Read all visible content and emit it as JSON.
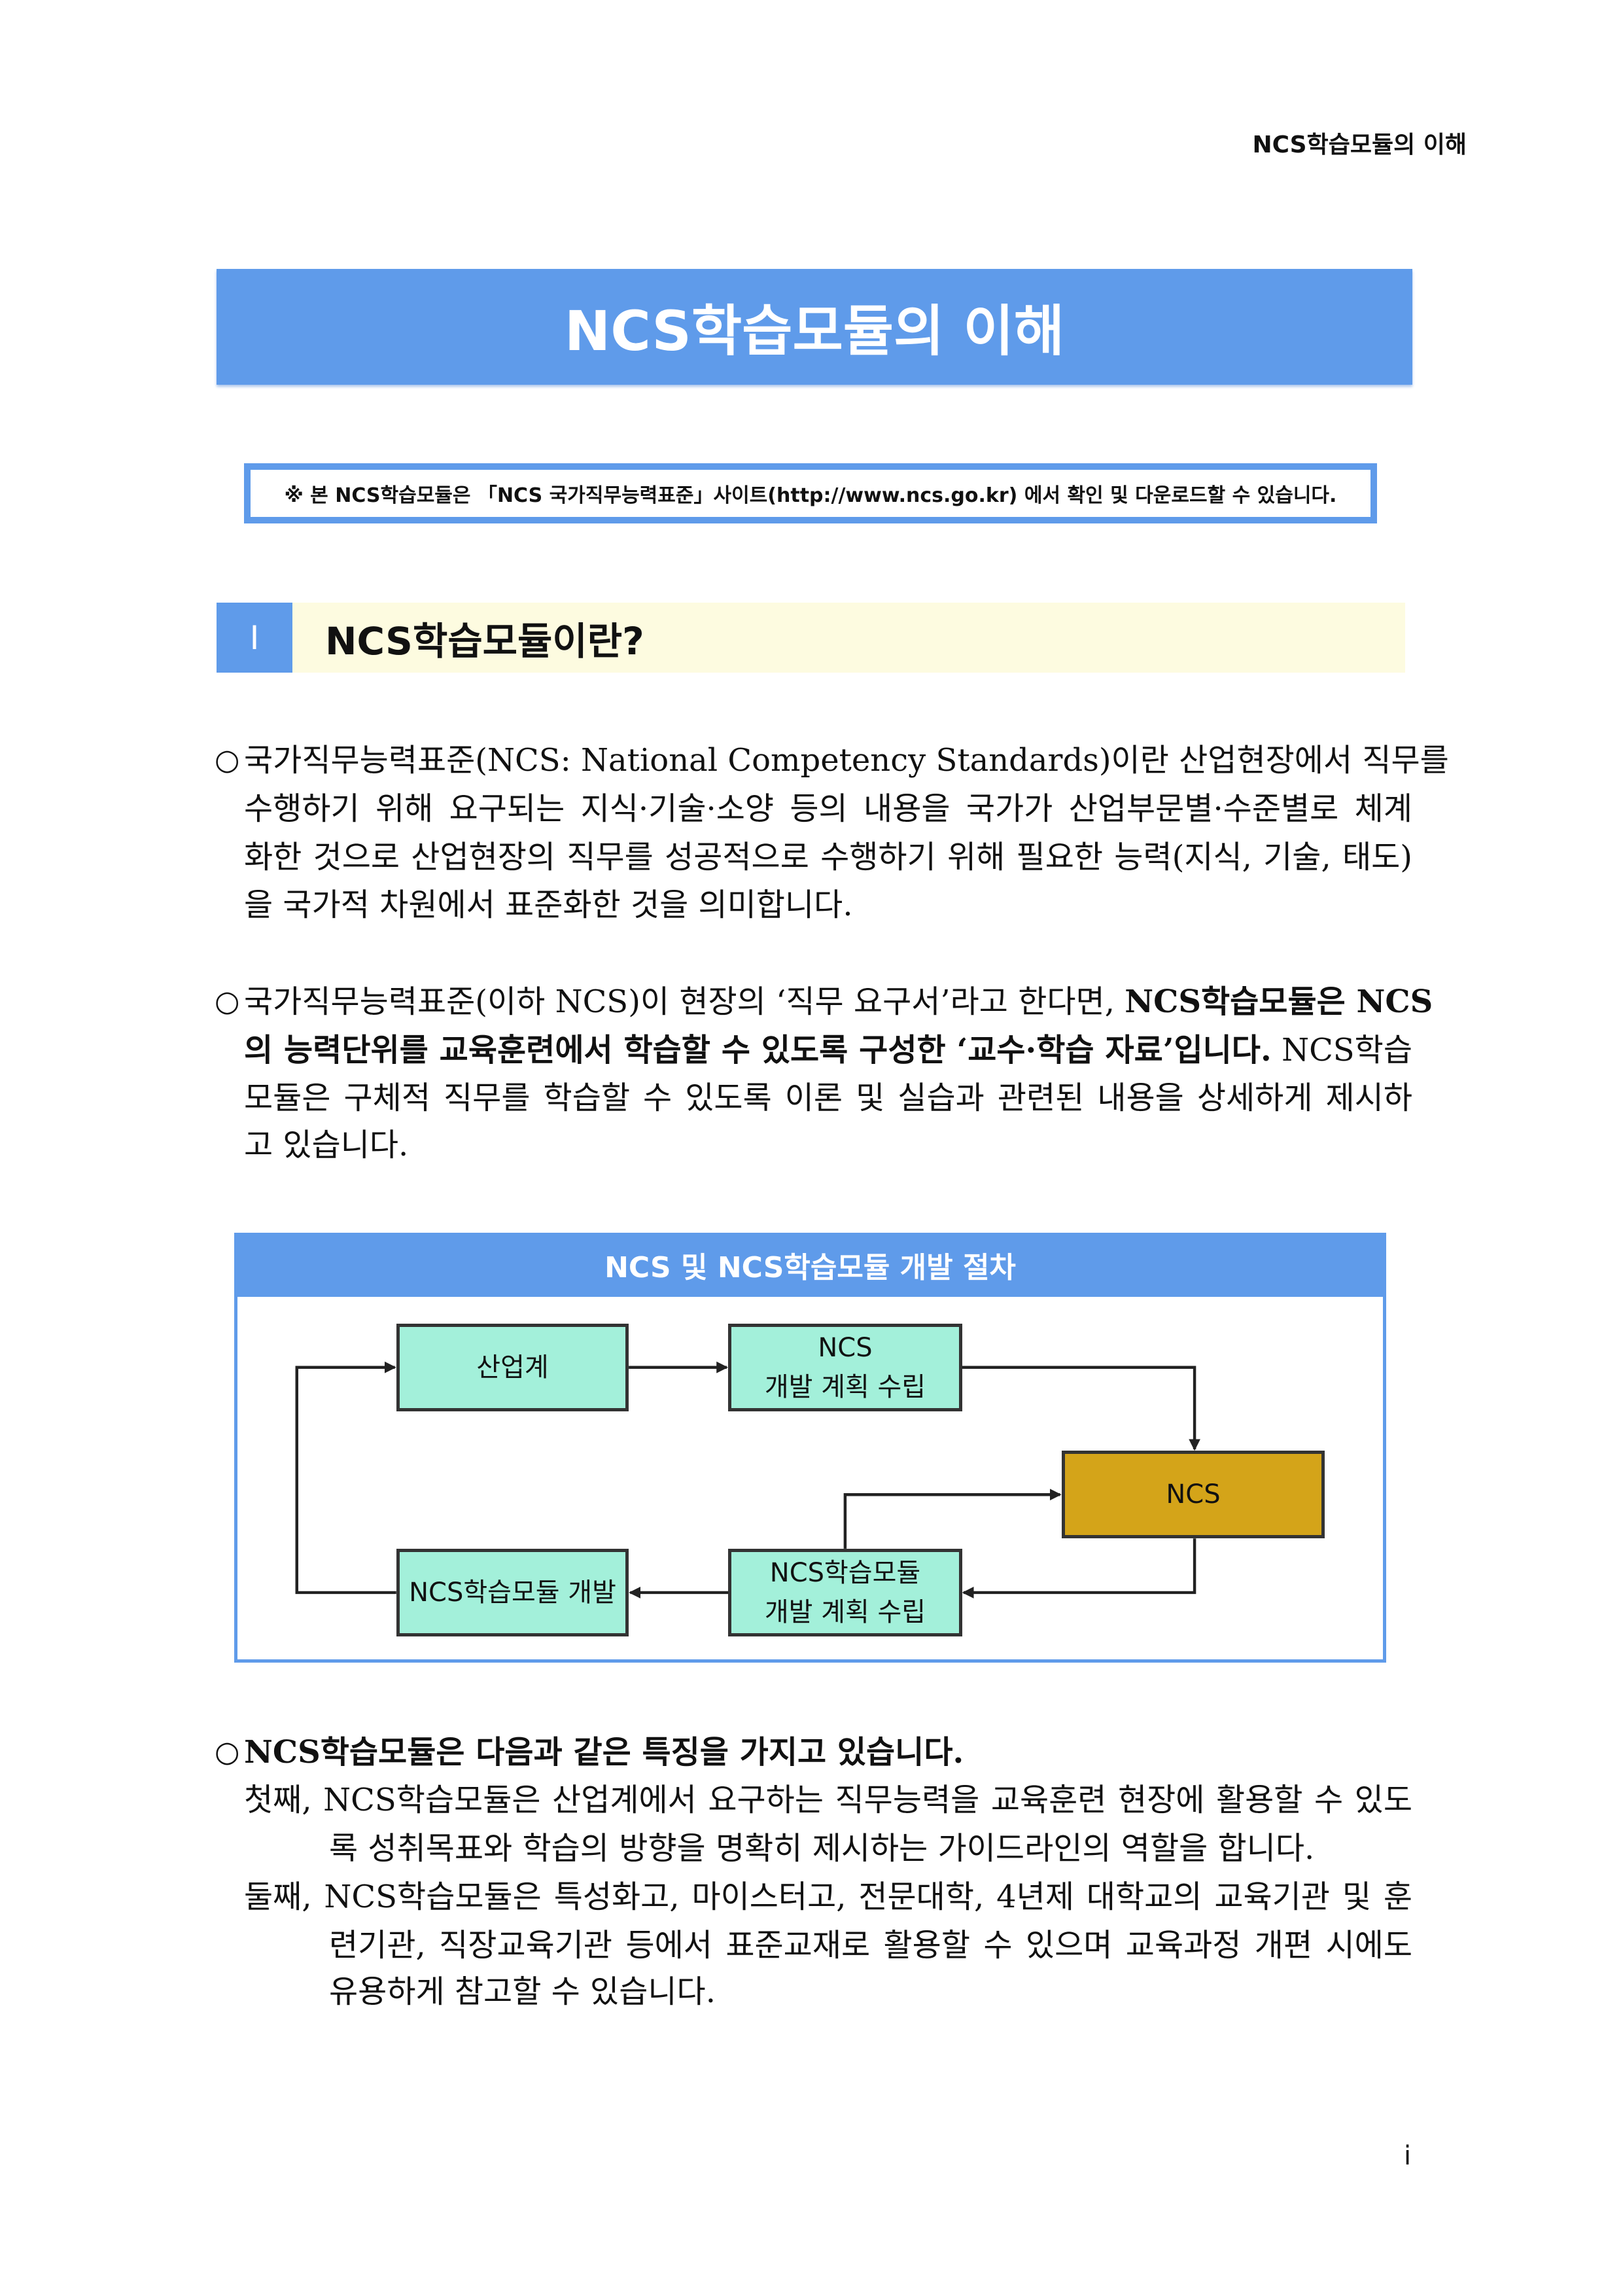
{
  "running_head": "NCS학습모듈의 이해",
  "title": "NCS학습모듈의 이해",
  "notice": "※ 본 NCS학습모듈은 「NCS 국가직무능력표준」사이트(http://www.ncs.go.kr) 에서 확인 및 다운로드할 수 있습니다.",
  "section": {
    "number": "Ⅰ",
    "title": "NCS학습모듈이란?"
  },
  "bullet_icon": "○",
  "para1": [
    "국가직무능력표준(NCS: National Competency Standards)이란 산업현장에서 직무를",
    "수행하기 위해 요구되는 지식·기술·소양 등의 내용을 국가가 산업부문별·수준별로 체계",
    "화한 것으로 산업현장의 직무를 성공적으로 수행하기 위해 필요한 능력(지식, 기술, 태도)",
    "을 국가적 차원에서 표준화한 것을 의미합니다."
  ],
  "para2": {
    "l1_normal": "국가직무능력표준(이하 NCS)이 현장의 ‘직무 요구서’라고 한다면, ",
    "l1_bold": "NCS학습모듈은 NCS",
    "l2_bold": "의 능력단위를 교육훈련에서 학습할 수 있도록 구성한 ‘교수·학습 자료’입니다.",
    "l2_normal": " NCS학습",
    "l3": "모듈은 구체적 직무를 학습할 수 있도록 이론 및 실습과 관련된 내용을 상세하게 제시하",
    "l4": "고 있습니다."
  },
  "diagram": {
    "title": "NCS 및 NCS학습모듈 개발 절차",
    "industry": "산업계",
    "ncs_plan_1": "NCS",
    "ncs_plan_2": "개발 계획 수립",
    "ncs": "NCS",
    "module_plan_1": "NCS학습모듈",
    "module_plan_2": "개발 계획 수립",
    "module_dev": "NCS학습모듈 개발"
  },
  "para3": {
    "heading": "NCS학습모듈은 다음과 같은 특징을 가지고 있습니다.",
    "first": [
      "첫째, NCS학습모듈은 산업계에서 요구하는 직무능력을 교육훈련 현장에 활용할 수 있도",
      "록 성취목표와 학습의 방향을 명확히 제시하는 가이드라인의 역할을 합니다."
    ],
    "second": [
      "둘째, NCS학습모듈은 특성화고, 마이스터고, 전문대학, 4년제 대학교의 교육기관 및 훈",
      "련기관, 직장교육기관 등에서 표준교재로 활용할 수 있으며 교육과정 개편 시에도",
      "유용하게 참고할 수 있습니다."
    ]
  },
  "page_number": "i",
  "colors": {
    "accent": "#5f9bea",
    "section_bg": "#fdfbe0",
    "box_teal": "#a3f0da",
    "box_gold": "#d4a419"
  }
}
